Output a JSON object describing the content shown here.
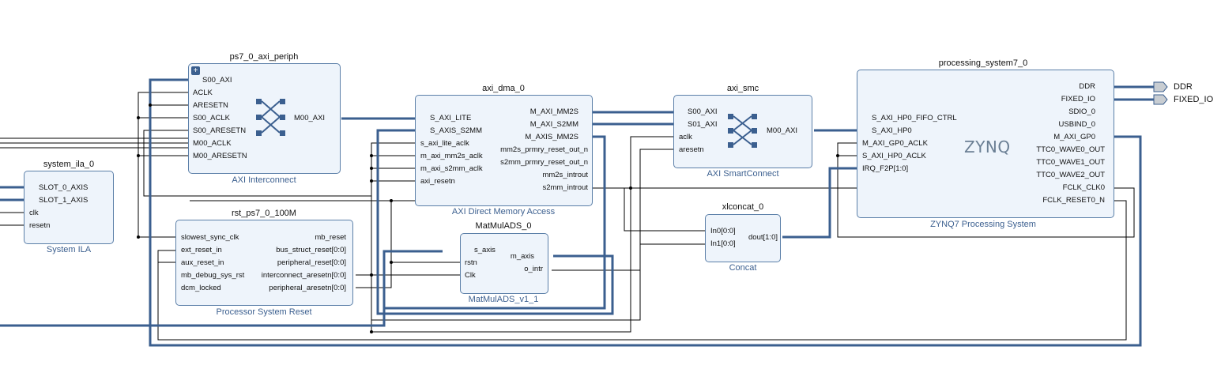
{
  "blocks": {
    "ps7_axi_periph": {
      "instance": "ps7_0_axi_periph",
      "subtitle": "AXI Interconnect",
      "pins_left": [
        "S00_AXI",
        "ACLK",
        "ARESETN",
        "S00_ACLK",
        "S00_ARESETN",
        "M00_ACLK",
        "M00_ARESETN"
      ],
      "pins_right": [
        "M00_AXI"
      ]
    },
    "axi_dma": {
      "instance": "axi_dma_0",
      "subtitle": "AXI Direct Memory Access",
      "pins_left": [
        "S_AXI_LITE",
        "S_AXIS_S2MM",
        "s_axi_lite_aclk",
        "m_axi_mm2s_aclk",
        "m_axi_s2mm_aclk",
        "axi_resetn"
      ],
      "pins_right": [
        "M_AXI_MM2S",
        "M_AXI_S2MM",
        "M_AXIS_MM2S",
        "mm2s_prmry_reset_out_n",
        "s2mm_prmry_reset_out_n",
        "mm2s_introut",
        "s2mm_introut"
      ]
    },
    "axi_smc": {
      "instance": "axi_smc",
      "subtitle": "AXI SmartConnect",
      "pins_left": [
        "S00_AXI",
        "S01_AXI",
        "aclk",
        "aresetn"
      ],
      "pins_right": [
        "M00_AXI"
      ]
    },
    "processing_system": {
      "instance": "processing_system7_0",
      "subtitle": "ZYNQ7 Processing System",
      "logo": "ZYNQ",
      "pins_left": [
        "S_AXI_HP0_FIFO_CTRL",
        "S_AXI_HP0",
        "M_AXI_GP0_ACLK",
        "S_AXI_HP0_ACLK",
        "IRQ_F2P[1:0]"
      ],
      "pins_right": [
        "DDR",
        "FIXED_IO",
        "SDIO_0",
        "USBIND_0",
        "M_AXI_GP0",
        "TTC0_WAVE0_OUT",
        "TTC0_WAVE1_OUT",
        "TTC0_WAVE2_OUT",
        "FCLK_CLK0",
        "FCLK_RESET0_N"
      ]
    },
    "system_ila": {
      "instance": "system_ila_0",
      "subtitle": "System ILA",
      "pins_left": [
        "SLOT_0_AXIS",
        "SLOT_1_AXIS",
        "clk",
        "resetn"
      ]
    },
    "rst_ps7": {
      "instance": "rst_ps7_0_100M",
      "subtitle": "Processor System Reset",
      "pins_left": [
        "slowest_sync_clk",
        "ext_reset_in",
        "aux_reset_in",
        "mb_debug_sys_rst",
        "dcm_locked"
      ],
      "pins_right": [
        "mb_reset",
        "bus_struct_reset[0:0]",
        "peripheral_reset[0:0]",
        "interconnect_aresetn[0:0]",
        "peripheral_aresetn[0:0]"
      ]
    },
    "matmul": {
      "instance": "MatMulADS_0",
      "subtitle": "MatMulADS_v1_1",
      "pins_left": [
        "s_axis",
        "rstn",
        "Clk"
      ],
      "pins_right": [
        "m_axis",
        "o_intr"
      ]
    },
    "xlconcat": {
      "instance": "xlconcat_0",
      "subtitle": "Concat",
      "pins_left": [
        "In0[0:0]",
        "In1[0:0]"
      ],
      "pins_right": [
        "dout[1:0]"
      ]
    }
  },
  "external_ports": [
    "DDR",
    "FIXED_IO"
  ],
  "colors": {
    "bus": "#3b5f8f",
    "wire": "#000000",
    "block_fill": "#eef4fb",
    "block_border": "#5b7fa8",
    "subtitle": "#3b5f8f",
    "port_fill": "#c8cdd2"
  }
}
